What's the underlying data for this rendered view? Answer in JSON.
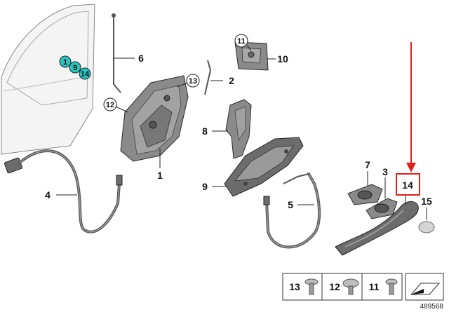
{
  "parts": [
    {
      "id": "1",
      "label": "1"
    },
    {
      "id": "2",
      "label": "2"
    },
    {
      "id": "3",
      "label": "3"
    },
    {
      "id": "4",
      "label": "4"
    },
    {
      "id": "5",
      "label": "5"
    },
    {
      "id": "6",
      "label": "6"
    },
    {
      "id": "7",
      "label": "7"
    },
    {
      "id": "8",
      "label": "8"
    },
    {
      "id": "9",
      "label": "9"
    },
    {
      "id": "10",
      "label": "10"
    },
    {
      "id": "11",
      "label": "11"
    },
    {
      "id": "12",
      "label": "12"
    },
    {
      "id": "13",
      "label": "13"
    },
    {
      "id": "14",
      "label": "14"
    },
    {
      "id": "15",
      "label": "15"
    }
  ],
  "door_markers": [
    "1",
    "9",
    "14"
  ],
  "legend": [
    "13",
    "12",
    "11"
  ],
  "highlight": {
    "part": "14",
    "color": "#e0201e"
  },
  "colors": {
    "marker": "#27c4c0",
    "highlight": "#e0201e"
  },
  "doc_number": "489568"
}
